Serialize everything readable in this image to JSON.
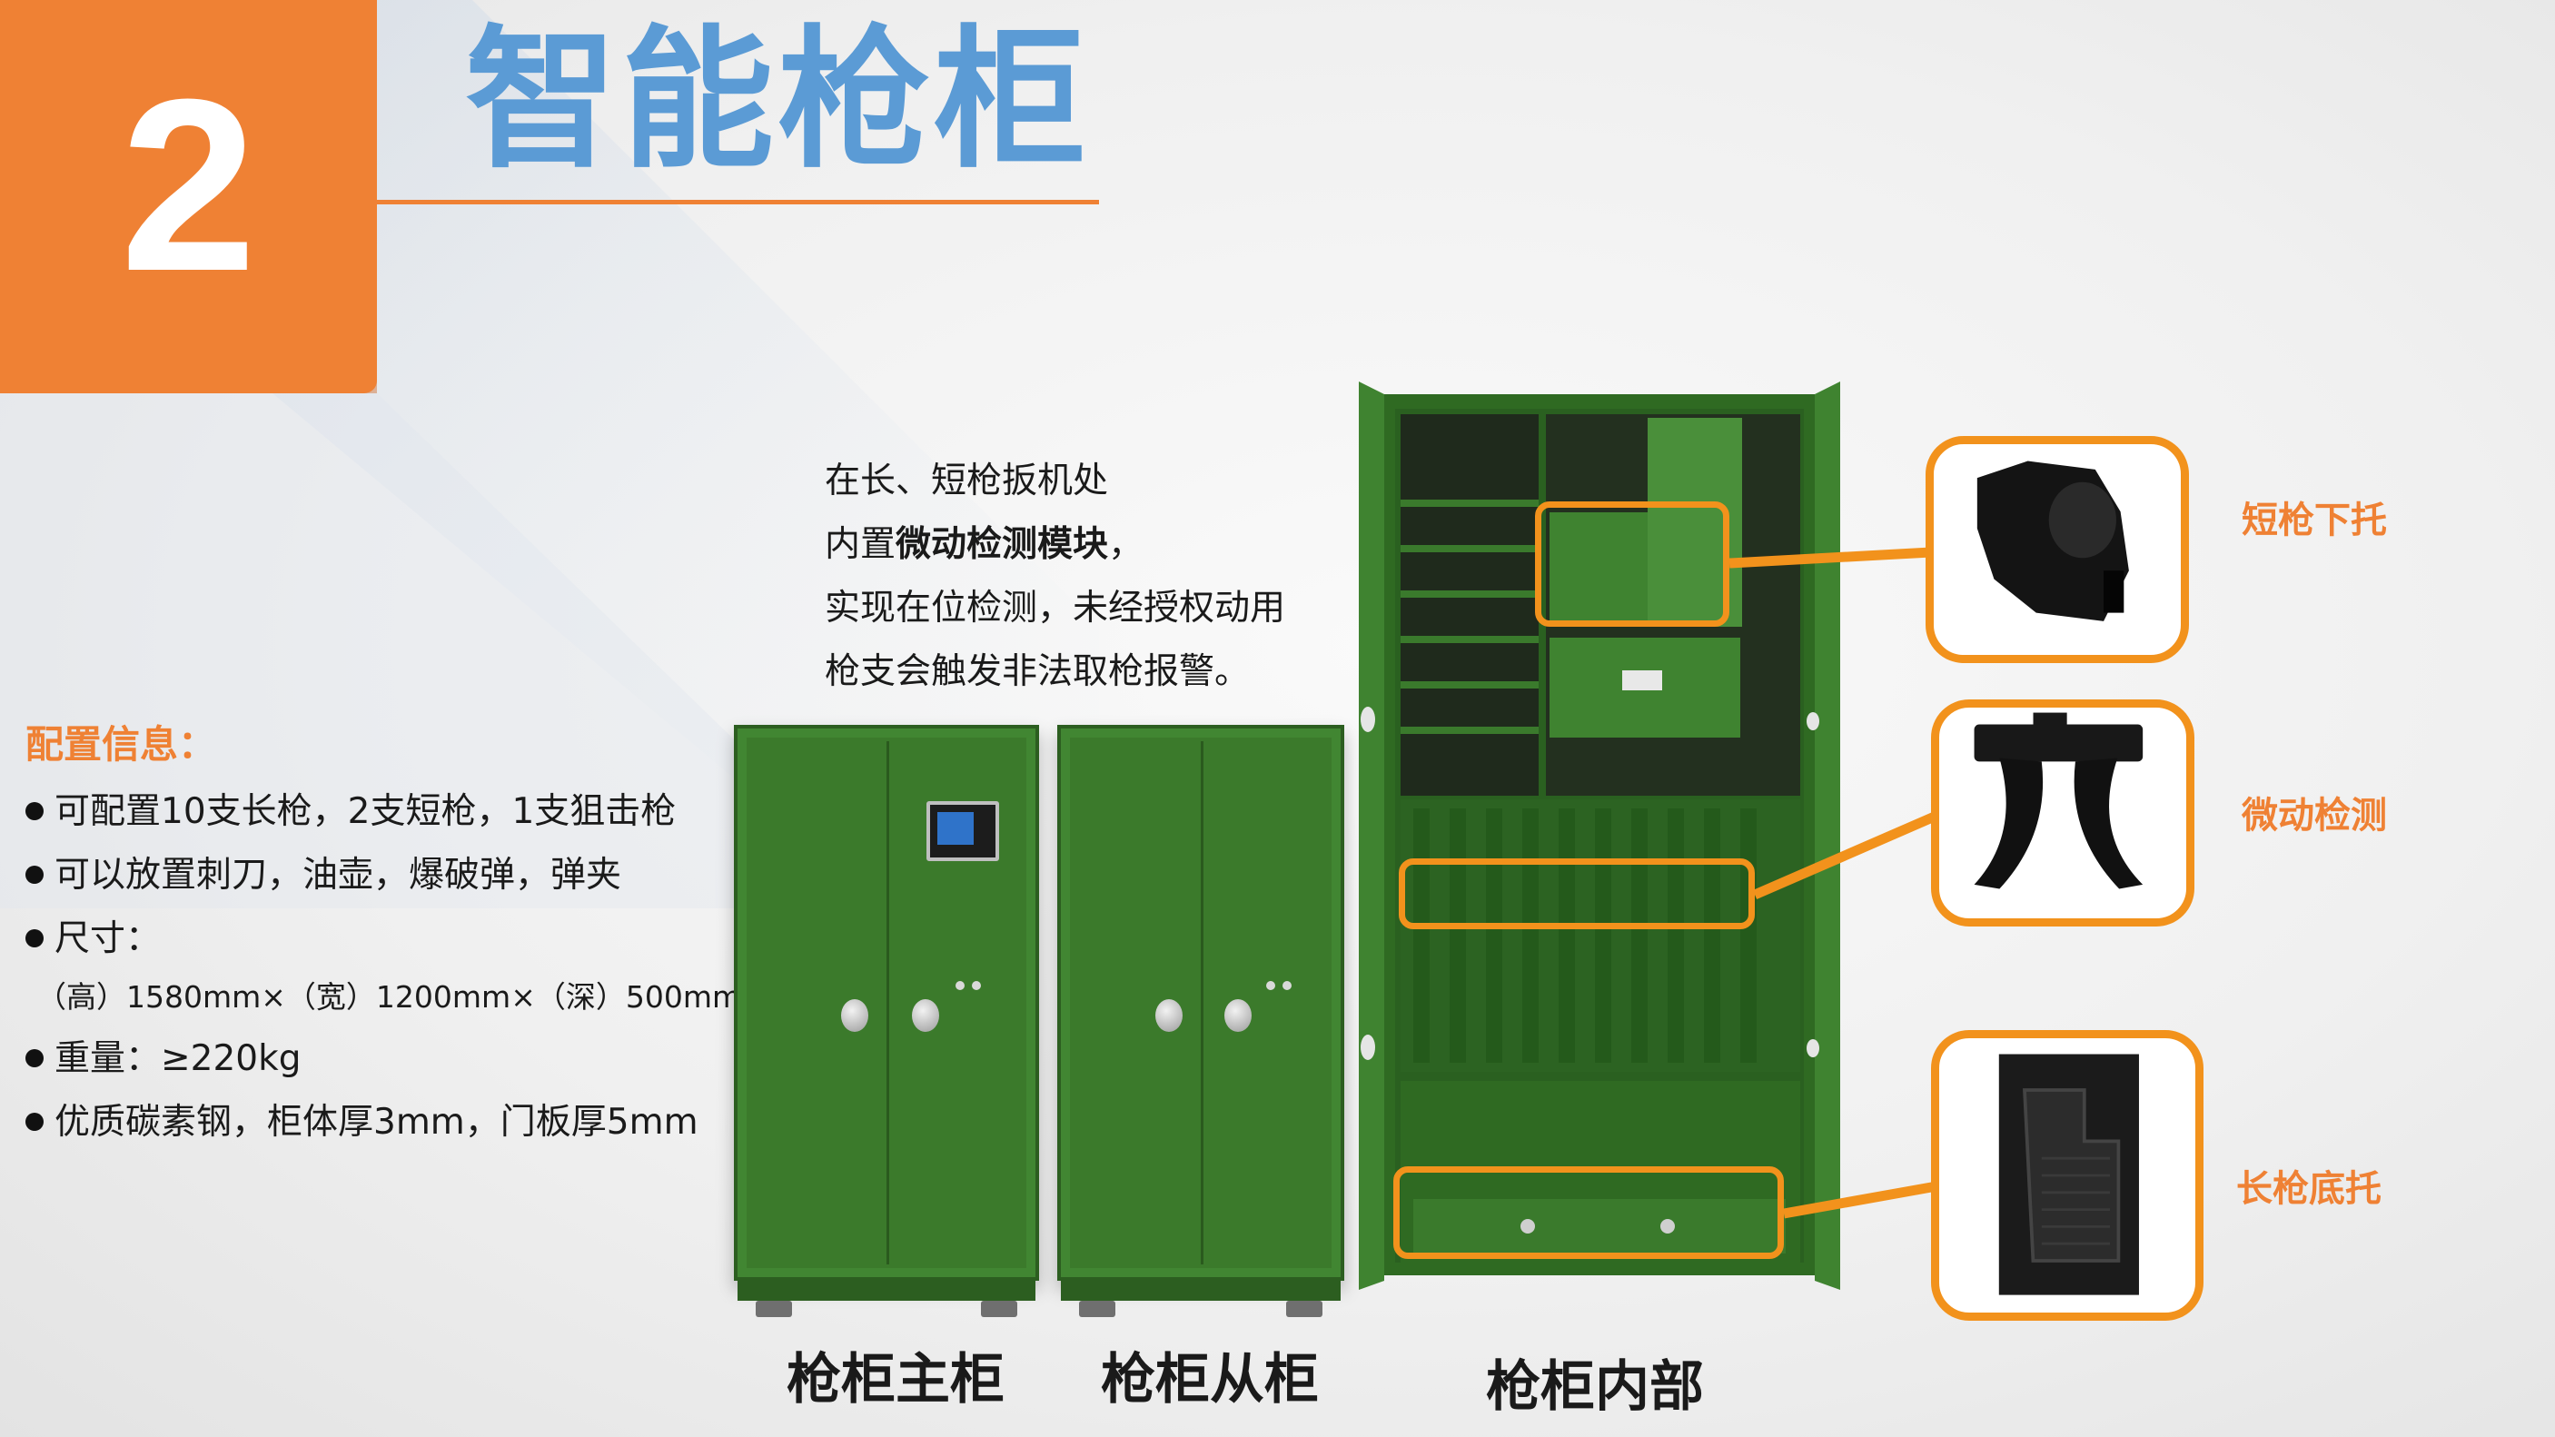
{
  "header": {
    "number": "2",
    "title": "智能枪柜"
  },
  "description": {
    "line1": "在长、短枪扳机处",
    "line2_prefix": "内置",
    "line2_bold": "微动检测模块",
    "line2_suffix": "，",
    "line3": "实现在位检测，未经授权动用",
    "line4": "枪支会触发非法取枪报警。"
  },
  "config": {
    "title": "配置信息：",
    "items": [
      "可配置10支长枪，2支短枪，1支狙击枪",
      "可以放置刺刀，油壶，爆破弹，弹夹",
      "尺寸："
    ],
    "dimensions": "（高）1580mm×（宽）1200mm×（深）500mm",
    "items2": [
      "重量：≥220kg",
      "优质碳素钢，柜体厚3mm，门板厚5mm"
    ]
  },
  "captions": {
    "main": "枪柜主柜",
    "sub": "枪柜从柜",
    "interior": "枪柜内部"
  },
  "callouts": {
    "short_holder": "短枪下托",
    "micro_detect": "微动检测",
    "long_base": "长枪底托"
  },
  "colors": {
    "accent_orange": "#ef8134",
    "callout_orange": "#f2921c",
    "title_blue": "#5b9bd5",
    "cabinet_green": "#3b7a2b"
  }
}
